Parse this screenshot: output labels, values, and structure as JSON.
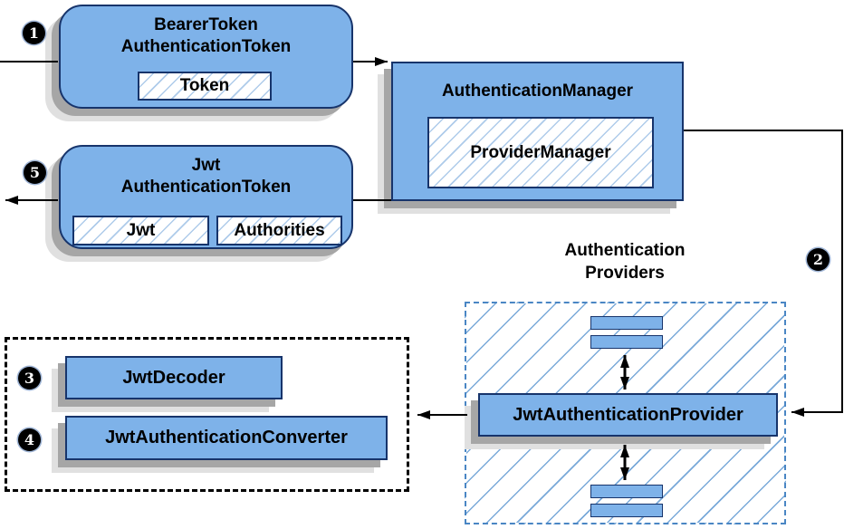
{
  "nodes": {
    "bearer": {
      "line1": "BearerToken",
      "line2": "AuthenticationToken",
      "chip": "Token"
    },
    "jwt": {
      "line1": "Jwt",
      "line2": "AuthenticationToken",
      "chip_jwt": "Jwt",
      "chip_authorities": "Authorities"
    },
    "manager": {
      "title": "AuthenticationManager",
      "chip": "ProviderManager"
    },
    "provider": {
      "title": "JwtAuthenticationProvider"
    },
    "decoder": {
      "title": "JwtDecoder"
    },
    "converter": {
      "title": "JwtAuthenticationConverter"
    }
  },
  "labels": {
    "providers_group_line1": "Authentication",
    "providers_group_line2": "Providers"
  },
  "steps": {
    "one": "1",
    "two": "2",
    "three": "3",
    "four": "4",
    "five": "5"
  },
  "colors": {
    "node_fill": "#7eb2e9",
    "node_border": "#17346b",
    "chip_hatch_line": "#aecbea",
    "group_hatch_line": "#79a9d9",
    "group_border_blue": "#4a86c4",
    "group_border_black": "#000000",
    "shadow_dark": "#a6a6a6",
    "shadow_light": "#e0e0e0",
    "arrow": "#000000",
    "badge_fill": "#000000",
    "badge_text": "#ffffff"
  }
}
